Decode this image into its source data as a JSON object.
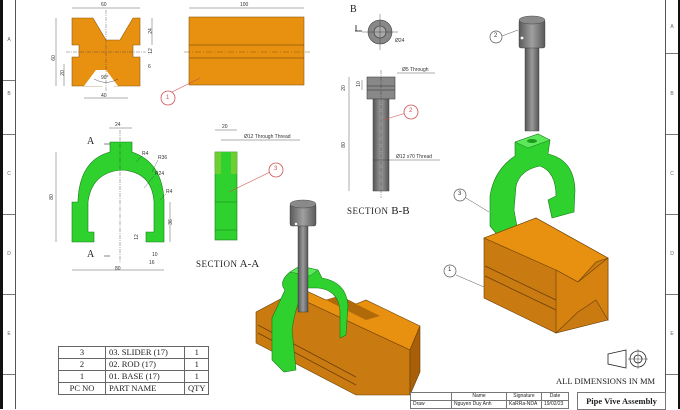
{
  "drawing": {
    "title": "Pipe Vive Assembly",
    "units_note": "ALL DIMENSIONS IN MM",
    "colors": {
      "base": "#E8900F",
      "slider": "#2ED12E",
      "rod": "#7A7A7A",
      "balloon": "#D05050"
    }
  },
  "zones": {
    "left": [
      "A",
      "B",
      "C",
      "D",
      "E"
    ],
    "right": [
      "A",
      "B",
      "C",
      "D",
      "E"
    ]
  },
  "views": {
    "base_front": {
      "dims": {
        "width_top": "60",
        "height": "60",
        "right_top": "24",
        "slot": "12",
        "notch": "6",
        "bottom_left": "20",
        "angle": "90°",
        "width_bottom": "40"
      }
    },
    "base_side": {
      "dims": {
        "length": "100"
      },
      "balloon": "1"
    },
    "slider_front": {
      "section_marker": "A",
      "dims": {
        "top_width": "24",
        "height": "80",
        "r1": "R4",
        "r2": "R36",
        "r3": "R24",
        "r4": "R4",
        "leg_height": "36",
        "foot_h": "12",
        "foot_w1": "10",
        "foot_w2": "16",
        "width": "80"
      }
    },
    "section_aa": {
      "label_small": "SECTION",
      "label_big": "A-A",
      "dims": {
        "width": "20",
        "thread": "Ø12 Through Thread"
      },
      "balloon": "3"
    },
    "rod_top": {
      "marker": "B",
      "dims": {
        "dia": "Ø24"
      }
    },
    "section_bb": {
      "label_small": "SECTION",
      "label_big": "B-B",
      "dims": {
        "hole": "Ø5 Through",
        "head_h": "20",
        "hole_pos": "10",
        "length": "80",
        "thread": "Ø12 x70 Thread"
      },
      "balloon": "2"
    },
    "exploded": {
      "balloons": [
        "2",
        "3",
        "1"
      ]
    }
  },
  "bom": {
    "rows": [
      {
        "pc": "3",
        "name": "03. SLIDER (17)",
        "qty": "1"
      },
      {
        "pc": "2",
        "name": "02. ROD (17)",
        "qty": "1"
      },
      {
        "pc": "1",
        "name": "01. BASE (17)",
        "qty": "1"
      }
    ],
    "header": {
      "pc": "PC NO",
      "name": "PART NAME",
      "qty": "QTY"
    }
  },
  "title_block": {
    "headers": [
      "",
      "Name",
      "Signature",
      "Date"
    ],
    "row": [
      "Draw",
      "Nguyen Duy Anh",
      "KaRRa-NDA",
      "19/02/23"
    ]
  }
}
